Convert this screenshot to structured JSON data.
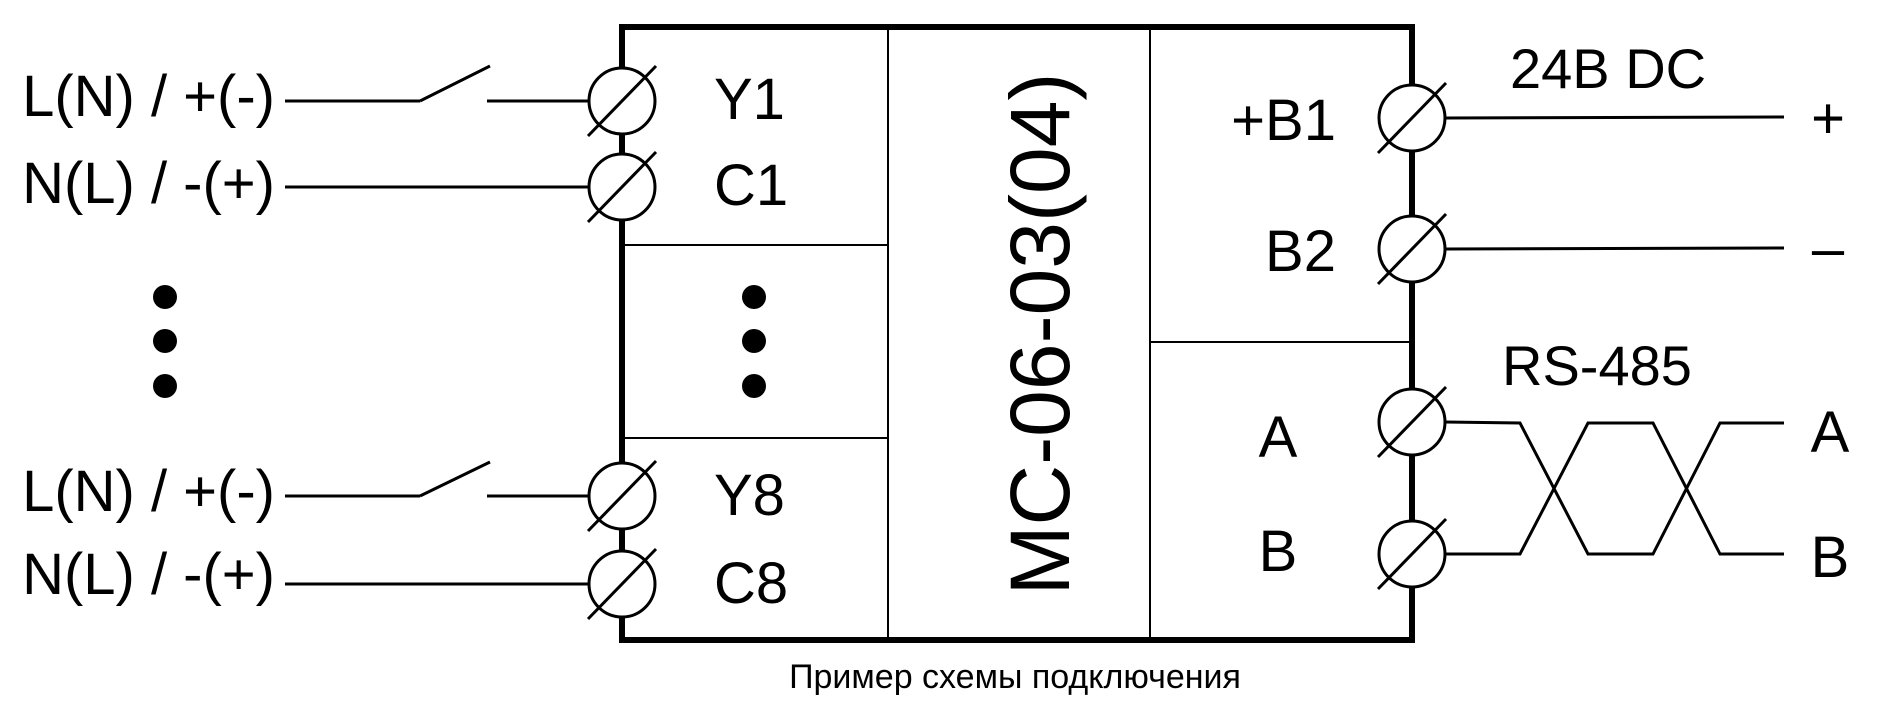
{
  "diagram": {
    "model": "МС-06-03(04)",
    "caption": "Пример схемы подключения",
    "left_inputs": [
      {
        "signal": "L(N) / +(-)",
        "terminal": "Y1",
        "switch": true
      },
      {
        "signal": "N(L) / -(+)",
        "terminal": "C1",
        "switch": false
      },
      {
        "signal": "L(N) / +(-)",
        "terminal": "Y8",
        "switch": true
      },
      {
        "signal": "N(L) / -(+)",
        "terminal": "C8",
        "switch": false
      }
    ],
    "power": {
      "title": "24В DC",
      "terminals": [
        {
          "terminal": "+В1",
          "polarity": "+"
        },
        {
          "terminal": "В2",
          "polarity": "–"
        }
      ]
    },
    "rs485": {
      "title": "RS-485",
      "terminals": [
        {
          "terminal": "A",
          "line": "A"
        },
        {
          "terminal": "B",
          "line": "B"
        }
      ]
    },
    "ellipsis_shown": true
  }
}
